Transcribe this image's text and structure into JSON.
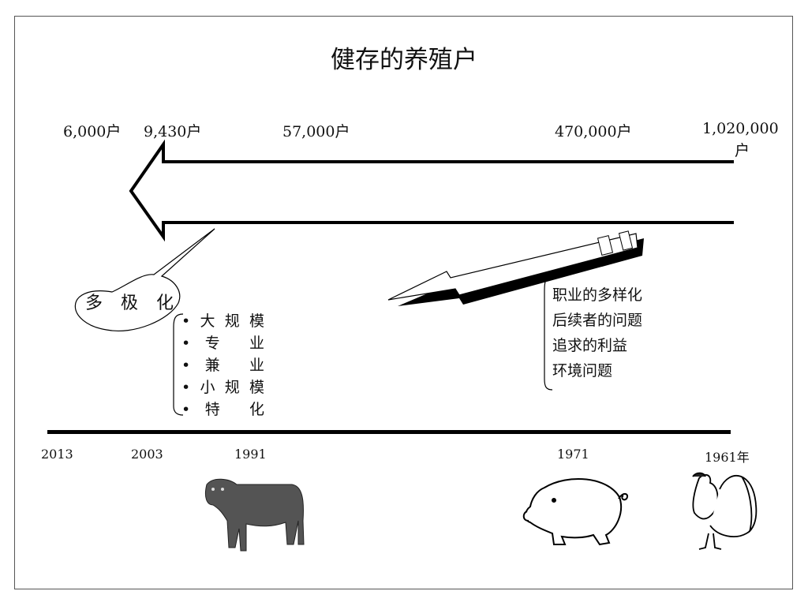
{
  "title": "健存的养殖户",
  "counts": [
    "6,000户",
    "9,430户",
    "57,000户",
    "470,000户",
    "1,020,000",
    "户"
  ],
  "years": [
    "2013",
    "2003",
    "1991",
    "1971",
    "1961年"
  ],
  "bubble_text": "多 极 化",
  "farm_types": [
    [
      "•",
      "大",
      "规",
      "模"
    ],
    [
      "•",
      "专",
      "",
      "业"
    ],
    [
      "•",
      "兼",
      "",
      "业"
    ],
    [
      "•",
      "小",
      "规",
      "模"
    ],
    [
      "•",
      "特",
      "",
      "化"
    ]
  ],
  "reasons": [
    "职业的多样化",
    "后续者的问题",
    "追求的利益",
    "环境问题"
  ],
  "animals": [
    "cow",
    "pig",
    "rooster"
  ]
}
